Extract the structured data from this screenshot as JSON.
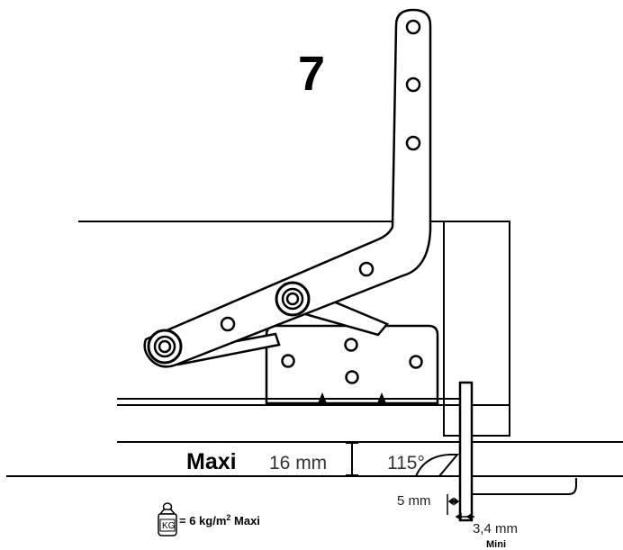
{
  "diagram": {
    "step_number": "7",
    "panel_label": "Maxi",
    "panel_thickness": "16 mm",
    "opening_angle": "115°",
    "side_gap": "5 mm",
    "min_gap_value": "3,4 mm",
    "min_gap_label": "Mini",
    "weight_icon_label": "KG",
    "weight_limit_prefix": "= 6 kg/m",
    "weight_limit_exponent": "2",
    "weight_limit_suffix": " Maxi"
  }
}
